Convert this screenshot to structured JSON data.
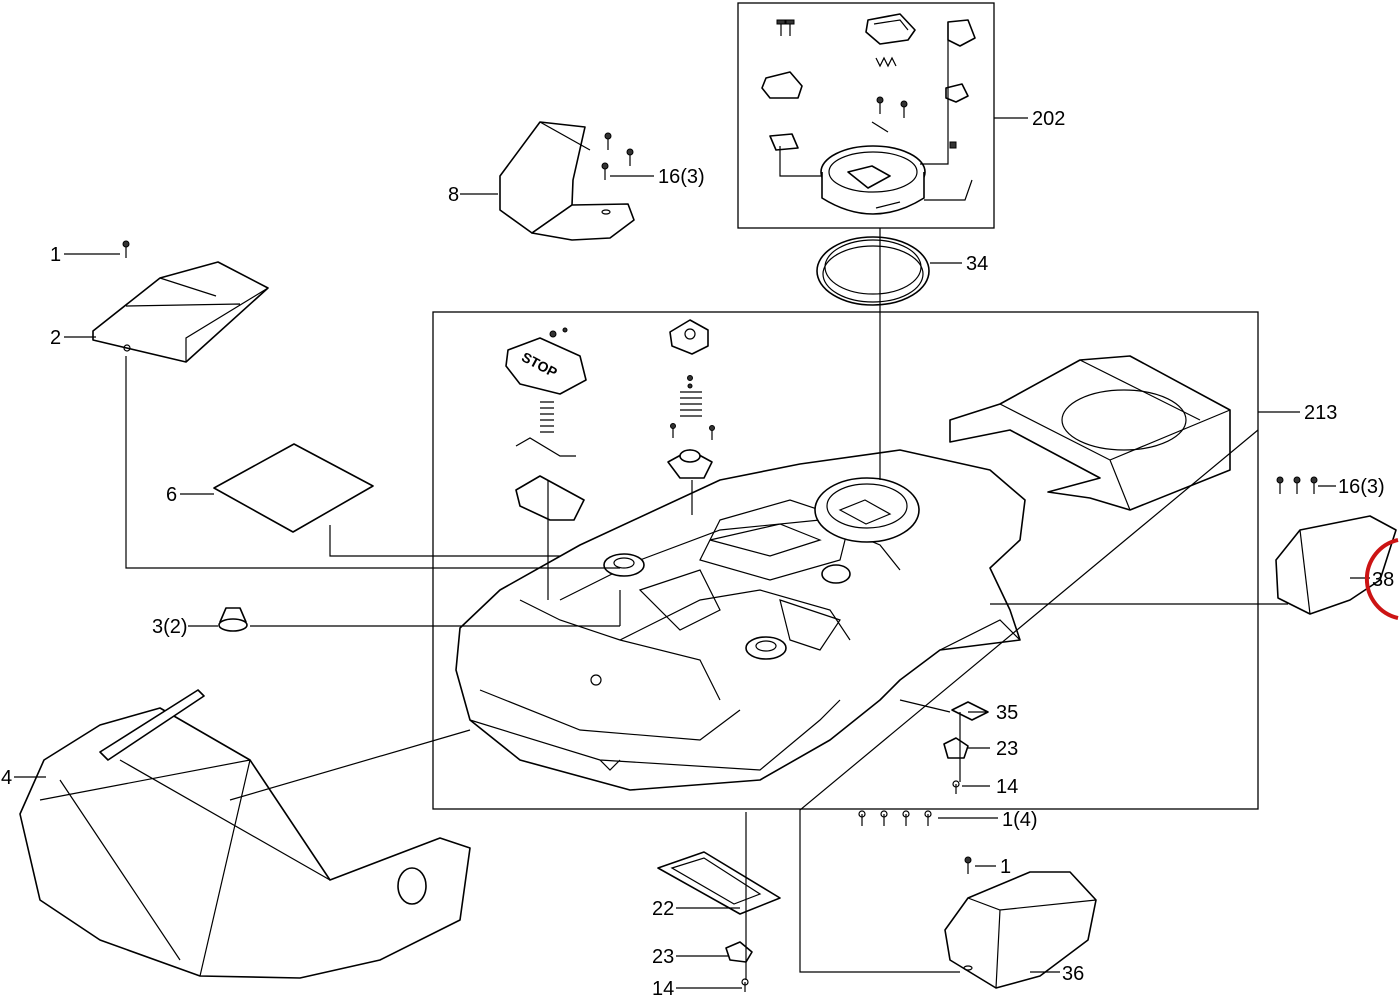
{
  "labels": {
    "l1": "1",
    "l2": "2",
    "l32": "3(2)",
    "l4": "4",
    "l6": "6",
    "l8": "8",
    "l163a": "16(3)",
    "l163b": "16(3)",
    "l202": "202",
    "l34": "34",
    "l213": "213",
    "l38": "38",
    "l35": "35",
    "l23a": "23",
    "l14a": "14",
    "l14b": "1(4)",
    "l1b": "1",
    "l22": "22",
    "l23b": "23",
    "l14c": "14",
    "l36": "36"
  },
  "stop_text": "STOP",
  "highlight": {
    "target": "38",
    "color": "#cc1414"
  }
}
